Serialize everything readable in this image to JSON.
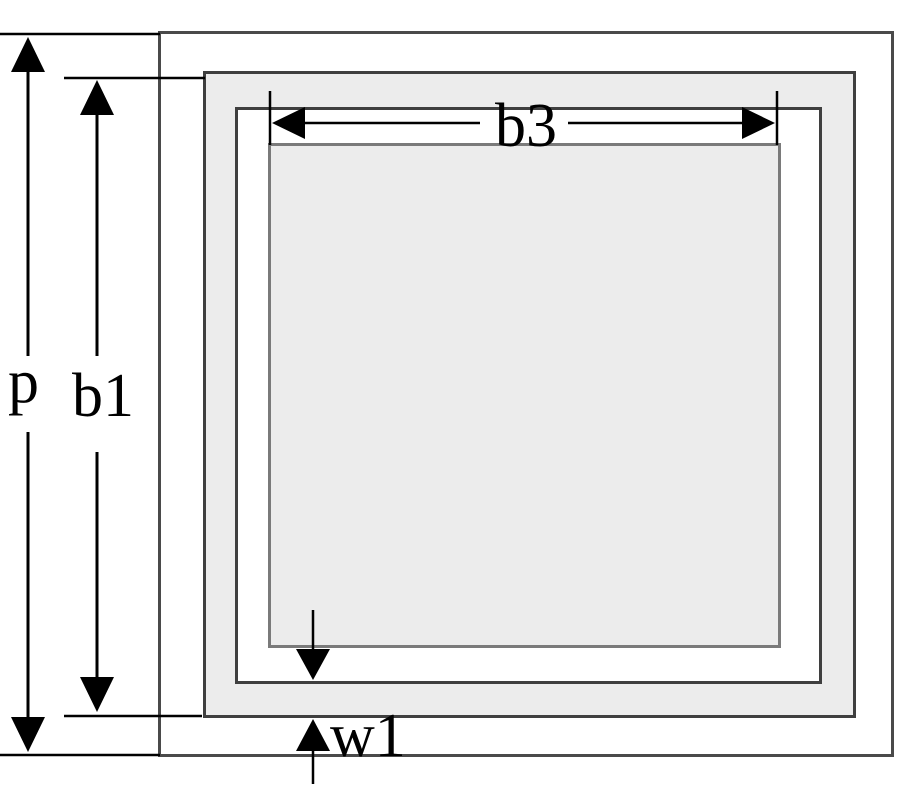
{
  "diagram": {
    "name": "square-loop-unit-cell",
    "labels": {
      "p": "p",
      "b1": "b1",
      "b3": "b3",
      "w1": "w1"
    },
    "colors": {
      "background": "#ffffff",
      "outline": "#4a4a4a",
      "outline_dark": "#3f3f3f",
      "loop_fill": "#ececec",
      "patch_fill": "#ececec",
      "patch_outline": "#7a7a7a",
      "dimension": "#000000"
    }
  }
}
